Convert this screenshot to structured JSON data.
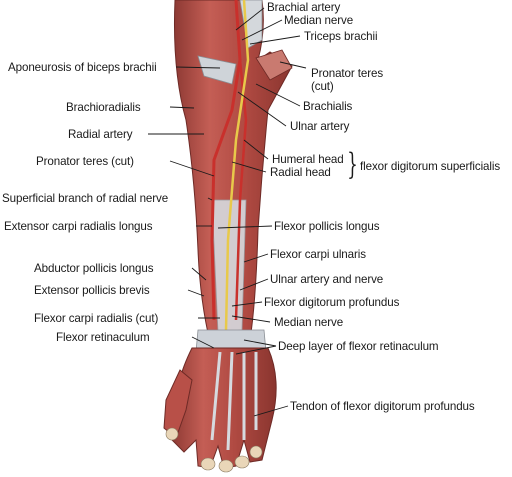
{
  "labels": {
    "brachial_artery": "Brachial artery",
    "median_nerve_top": "Median nerve",
    "triceps_brachii": "Triceps brachii",
    "aponeurosis": "Aponeurosis of biceps brachii",
    "pronator_teres_cut_right_1": "Pronator teres",
    "pronator_teres_cut_right_2": "(cut)",
    "brachioradialis": "Brachioradialis",
    "brachialis": "Brachialis",
    "ulnar_artery": "Ulnar artery",
    "radial_artery": "Radial artery",
    "pronator_teres_cut_left": "Pronator teres (cut)",
    "humeral_head": "Humeral head",
    "radial_head": "Radial head",
    "fds": "flexor digitorum superficialis",
    "superficial_branch": "Superficial branch of radial nerve",
    "ecrl": "Extensor carpi radialis longus",
    "fpl": "Flexor pollicis longus",
    "fcu": "Flexor carpi ulnaris",
    "apl": "Abductor pollicis longus",
    "ulnar_artery_nerve": "Ulnar artery and nerve",
    "epb": "Extensor pollicis brevis",
    "fdp": "Flexor digitorum profundus",
    "fcr_cut": "Flexor carpi radialis (cut)",
    "median_nerve_low": "Median nerve",
    "flexor_retinaculum": "Flexor retinaculum",
    "deep_layer": "Deep layer of flexor retinaculum",
    "tendon_fdp": "Tendon of flexor digitorum profundus"
  },
  "colors": {
    "muscle": "#b8524a",
    "muscle_dark": "#8e3a34",
    "tendon": "#d9dde2",
    "artery": "#c9302c",
    "nerve": "#e8c94a",
    "bone": "#e9d6b8"
  }
}
